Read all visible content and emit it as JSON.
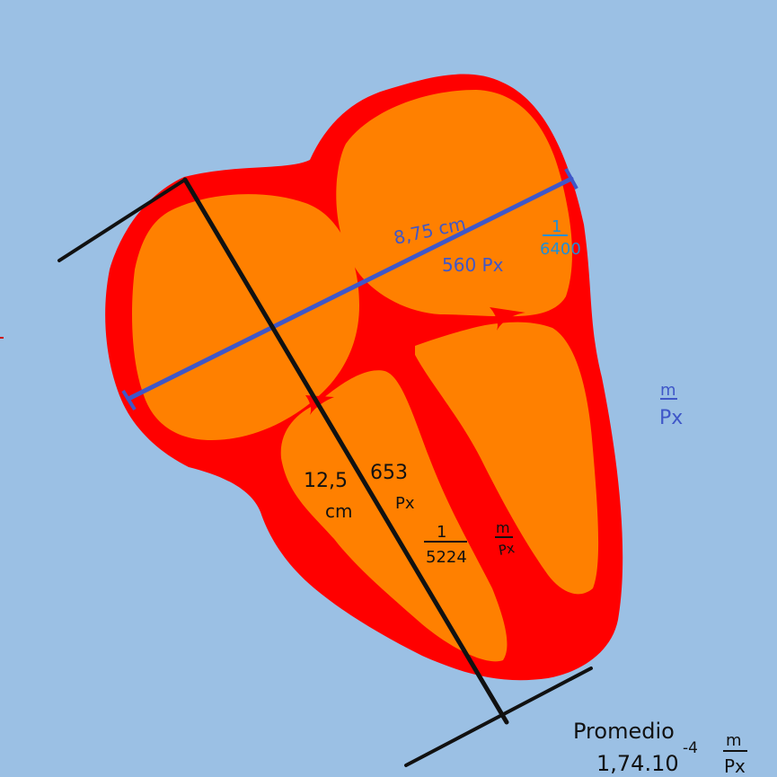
{
  "colors": {
    "background": "#9bc0e4",
    "wall": "#ff0000",
    "chamber": "#ff8000",
    "blue_line": "#3f57c8",
    "cyan_ink": "#1f8fd6",
    "black_ink": "#111111"
  },
  "horizontal_measure": {
    "cm": "8,75 cm",
    "px": "560 Px",
    "ratio_numerator": "1",
    "ratio_denominator": "6400"
  },
  "unit_blue": {
    "numerator": "m",
    "denominator": "Px"
  },
  "vertical_measure": {
    "cm_value": "12,5",
    "cm_unit": "cm",
    "px_value": "653",
    "px_unit": "Px",
    "ratio_numerator": "1",
    "ratio_denominator": "5224",
    "unit_numerator": "m",
    "unit_denominator": "Px"
  },
  "average": {
    "label": "Promedio",
    "value": "1,74.10",
    "exponent": "-4",
    "unit_numerator": "m",
    "unit_denominator": "Px"
  }
}
